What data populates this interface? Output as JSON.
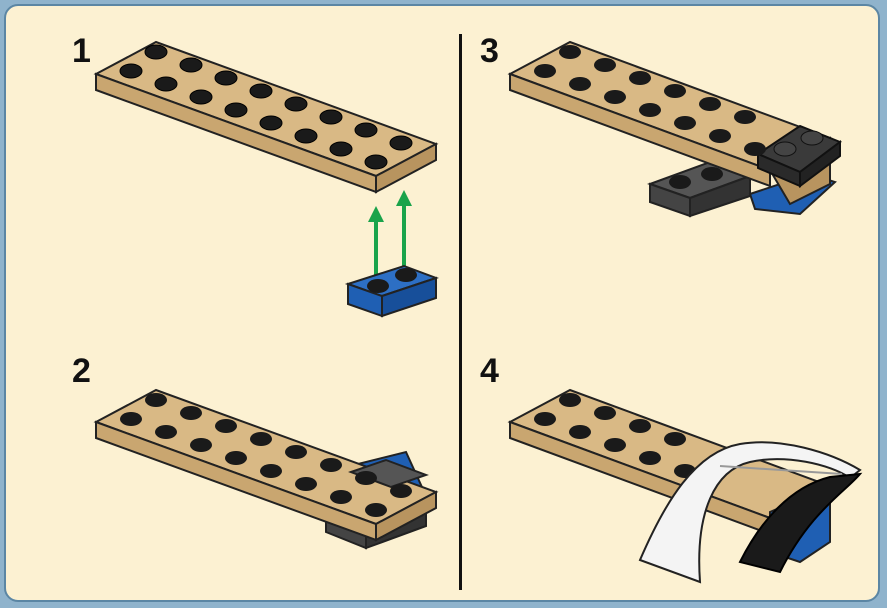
{
  "steps": [
    {
      "number": "1"
    },
    {
      "number": "2"
    },
    {
      "number": "3"
    },
    {
      "number": "4"
    }
  ],
  "colors": {
    "background": "#fcf1d2",
    "border": "#5b86a4",
    "tan": "#d9b985",
    "blue": "#1f5fb3",
    "dark_gray": "#4a4a4a",
    "white": "#f4f4f4",
    "black": "#1a1a1a",
    "arrow_green": "#1aa34a"
  }
}
